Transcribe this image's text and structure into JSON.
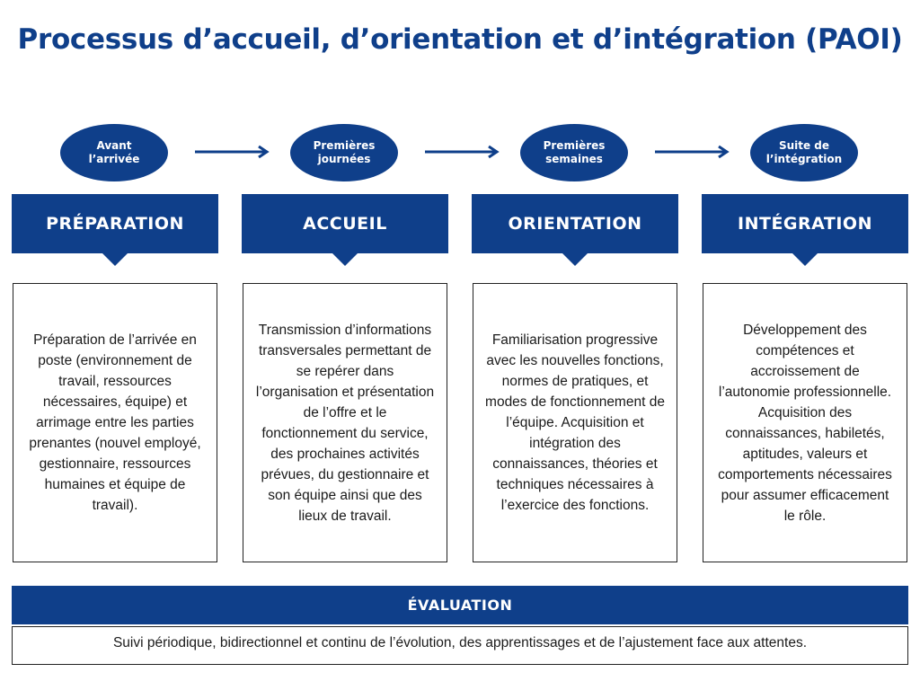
{
  "title": "Processus d’accueil, d’orientation et d’intégration (PAOI)",
  "phases": [
    {
      "label": "Avant\nl’arrivée"
    },
    {
      "label": "Premières\njournées"
    },
    {
      "label": "Premières\nsemaines"
    },
    {
      "label": "Suite de\nl’intégration"
    }
  ],
  "stages": [
    {
      "title": "PRÉPARATION",
      "description": "Préparation de l’arrivée en poste (environnement de travail, ressources nécessaires, équipe) et arrimage entre les parties prenantes (nouvel employé, gestionnaire, ressources humaines et équipe de travail)."
    },
    {
      "title": "ACCUEIL",
      "description": "Transmission d’informations transversales permettant de se repérer dans l’organisation et présentation de l’offre et le fonctionnement du service, des prochaines activités prévues, du gestionnaire et son équipe ainsi que des lieux de travail."
    },
    {
      "title": "ORIENTATION",
      "description": "Familiarisation progressive avec les nouvelles fonctions, normes de pratiques, et modes de fonctionnement de l’équipe. Acquisition et intégration des connaissances, théories et techniques nécessaires à l’exercice des fonctions."
    },
    {
      "title": "INTÉGRATION",
      "description": "Développement des compétences et accroissement de l’autonomie professionnelle. Acquisition des connaissances, habiletés, aptitudes, valeurs et comportements nécessaires pour assumer efficacement le rôle."
    }
  ],
  "evaluation": {
    "title": "ÉVALUATION",
    "description": "Suivi périodique, bidirectionnel et continu de l’évolution, des apprentissages et de l’ajustement face aux attentes."
  },
  "colors": {
    "primary": "#0f3f8a",
    "text": "#1a1a1a",
    "border": "#222222"
  }
}
